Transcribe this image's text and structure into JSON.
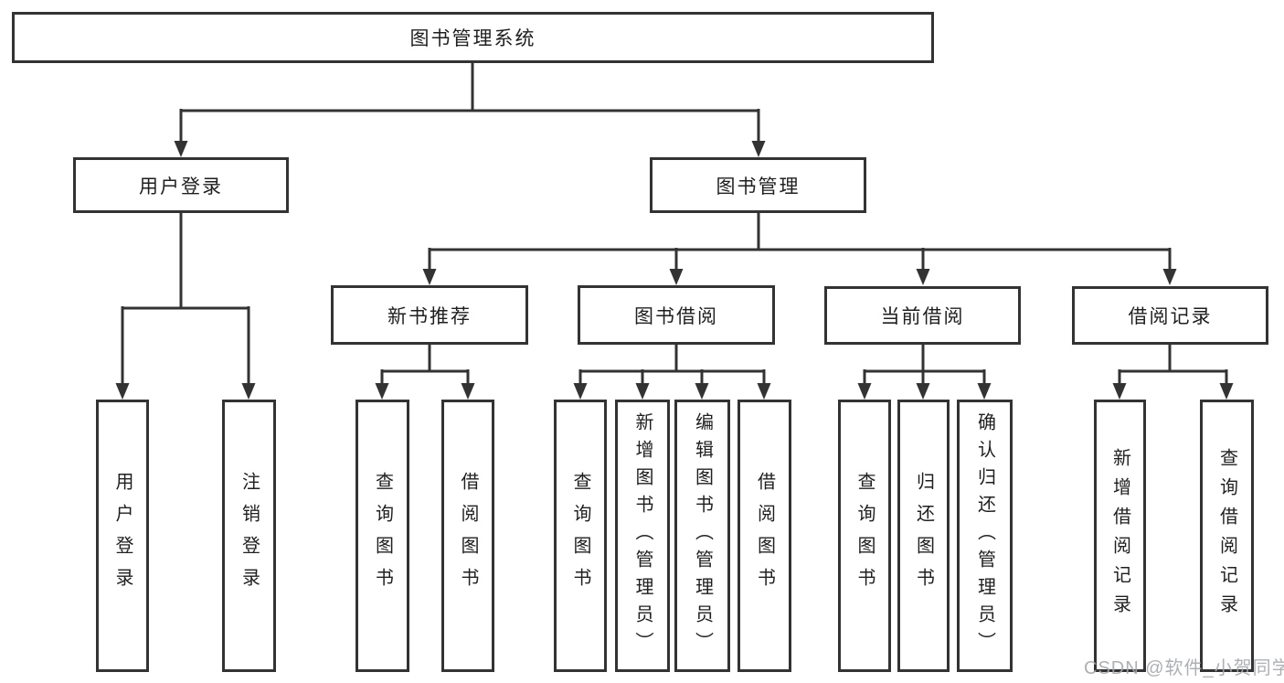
{
  "diagram": {
    "type": "hierarchy",
    "line_color": "#333333",
    "box_background": "#ffffff",
    "text_color": "#1f1f1f",
    "watermark_color": "#a4a7ad"
  },
  "nodes": {
    "root": "图书管理系统",
    "level2": {
      "user_login": "用户登录",
      "book_mgmt": "图书管理"
    },
    "level3": {
      "new_book": "新书推荐",
      "borrow": "图书借阅",
      "current": "当前借阅",
      "records": "借阅记录"
    },
    "leaves": {
      "user_login": "用户登录",
      "logout": "注销登录",
      "nb_query": "查询图书",
      "nb_borrow": "借阅图书",
      "bb_query": "查询图书",
      "bb_add": "新增图书（管理员）",
      "bb_edit": "编辑图书（管理员）",
      "bb_borrow": "借阅图书",
      "cb_query": "查询图书",
      "cb_return": "归还图书",
      "cb_confirm": "确认归还（管理员）",
      "br_add": "新增借阅记录",
      "br_query": "查询借阅记录"
    }
  },
  "hierarchy": {
    "图书管理系统": {
      "用户登录": [
        "用户登录",
        "注销登录"
      ],
      "图书管理": {
        "新书推荐": [
          "查询图书",
          "借阅图书"
        ],
        "图书借阅": [
          "查询图书",
          "新增图书（管理员）",
          "编辑图书（管理员）",
          "借阅图书"
        ],
        "当前借阅": [
          "查询图书",
          "归还图书",
          "确认归还（管理员）"
        ],
        "借阅记录": [
          "新增借阅记录",
          "查询借阅记录"
        ]
      }
    }
  },
  "watermark": "CSDN @软件_小贺同学"
}
